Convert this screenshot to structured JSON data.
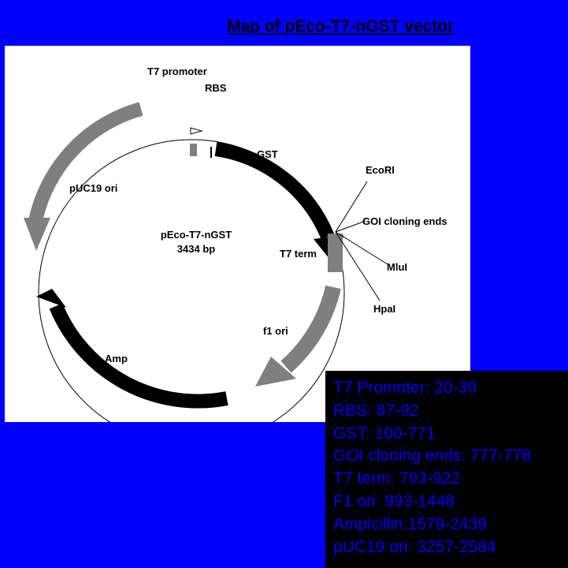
{
  "title": "Map of pEco-T7-nGST vector",
  "plasmid": {
    "name": "pEco-T7-nGST",
    "size": "3434 bp"
  },
  "features": {
    "t7_promoter": "T7 promoter",
    "rbs": "RBS",
    "gst": "GST",
    "ecori": "EcoRI",
    "goi_cloning_ends": "GOI cloning ends",
    "mlui": "MluI",
    "hpai": "HpaI",
    "t7_term": "T7 term",
    "f1_ori": "f1 ori",
    "amp": "Amp",
    "puc19_ori": "pUC19 ori"
  },
  "legend": [
    "T7 Promoter: 20-39",
    "RBS:  87-92",
    "GST: 100-771",
    "GOI cloning ends: 777-778",
    "T7 term: 793-922",
    "F1 ori: 993-1448",
    "Ampicillin:1579-2439",
    "pUC19 ori: 3257-2584"
  ],
  "colors": {
    "background": "#0000ff",
    "panel": "#ffffff",
    "gray_feature": "#7f7f7f",
    "black_feature": "#000000",
    "legend_box": "#000000",
    "legend_text": "#0000ff"
  }
}
